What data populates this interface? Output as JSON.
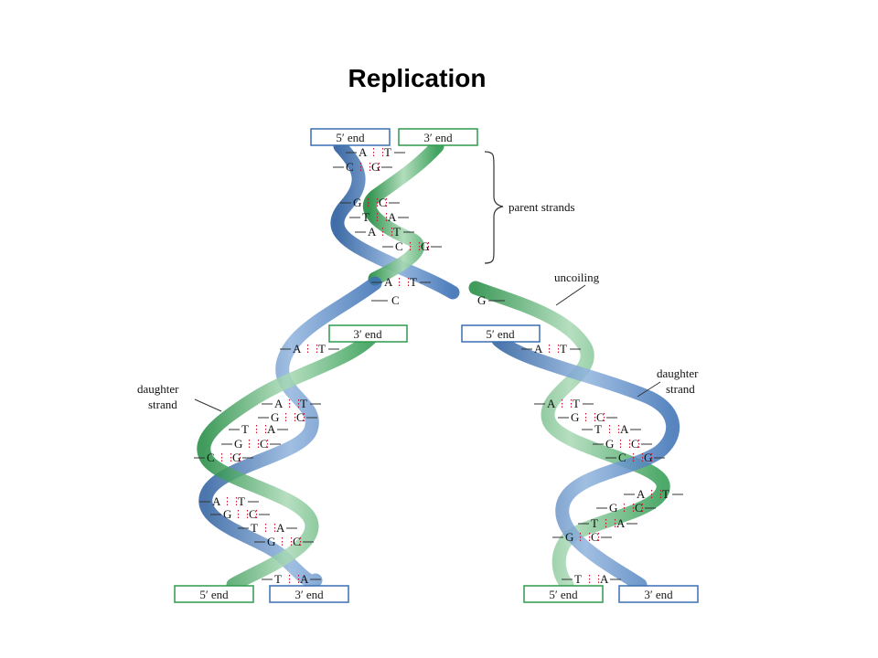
{
  "title": "Replication",
  "labels": {
    "parent_strands": "parent strands",
    "uncoiling": "uncoiling",
    "daughter_strand_left": [
      "daughter",
      "strand"
    ],
    "daughter_strand_right": [
      "daughter",
      "strand"
    ]
  },
  "ends": {
    "top_left": "5′ end",
    "top_right": "3′ end",
    "mid_left": "3′ end",
    "mid_right": "5′ end",
    "bottom_left_1": "5′ end",
    "bottom_left_2": "3′ end",
    "bottom_right_1": "5′ end",
    "bottom_right_2": "3′ end"
  },
  "bases": {
    "parent": [
      [
        "A",
        "T"
      ],
      [
        "C",
        "G"
      ],
      [
        "G",
        "C"
      ],
      [
        "T",
        "A"
      ],
      [
        "A",
        "T"
      ],
      [
        "C",
        "G"
      ],
      [
        "A",
        "T"
      ]
    ],
    "fork_singles": [
      "C",
      "G"
    ],
    "left": [
      [
        "A",
        "T"
      ],
      [
        "A",
        "T"
      ],
      [
        "G",
        "C"
      ],
      [
        "T",
        "A"
      ],
      [
        "G",
        "C"
      ],
      [
        "C",
        "G"
      ],
      [
        "A",
        "T"
      ],
      [
        "G",
        "C"
      ],
      [
        "T",
        "A"
      ],
      [
        "G",
        "C"
      ],
      [
        "T",
        "A"
      ]
    ],
    "right": [
      [
        "A",
        "T"
      ],
      [
        "A",
        "T"
      ],
      [
        "G",
        "C"
      ],
      [
        "T",
        "A"
      ],
      [
        "G",
        "C"
      ],
      [
        "C",
        "G"
      ],
      [
        "A",
        "T"
      ],
      [
        "G",
        "C"
      ],
      [
        "T",
        "A"
      ],
      [
        "G",
        "C"
      ],
      [
        "T",
        "A"
      ]
    ]
  },
  "colors": {
    "blue_strand": "#3a6fb4",
    "green_strand": "#2e9a4f",
    "hydrogen_bond": "#d0102a",
    "end_box_blue": "#3a6fb4",
    "end_box_green": "#2e9a4f"
  }
}
